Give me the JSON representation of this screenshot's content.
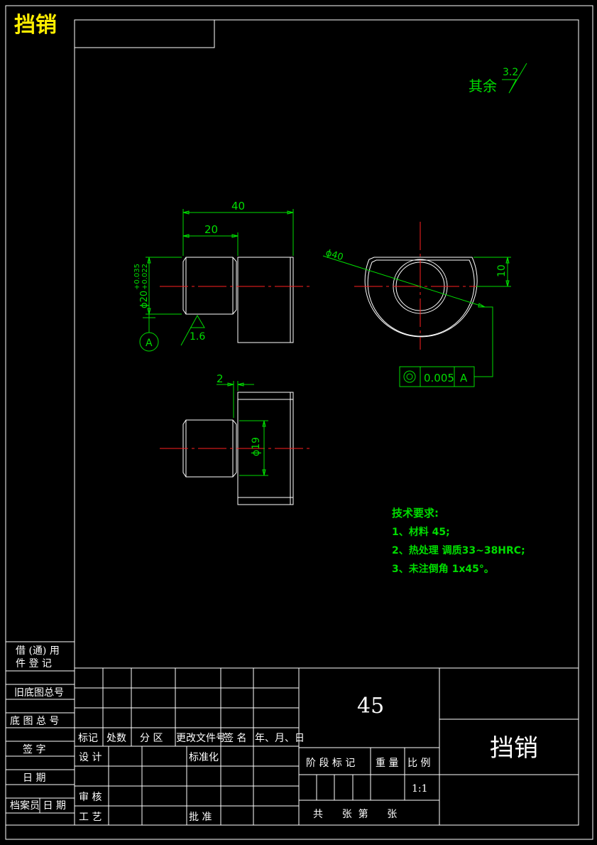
{
  "corner_title": "挡销",
  "surface_finish": {
    "prefix": "其余",
    "value": "3.2"
  },
  "dimensions": {
    "overall_length": "40",
    "step_length": "20",
    "diameter_label": "ϕ20",
    "tol_upper": "+0.035",
    "tol_lower": "+0.022",
    "roughness": "1.6",
    "datum": "A",
    "chamfer_width": "2",
    "flat_diameter": "ϕ19",
    "outer_diameter": "ϕ40",
    "flat_height": "10"
  },
  "tolerance_frame": {
    "value": "0.005",
    "datum": "A"
  },
  "tech_requirements": {
    "title": "技术要求:",
    "items": [
      "1、材料 45;",
      "2、热处理 调质33~38HRC;",
      "3、未注倒角 1x45°。"
    ]
  },
  "left_block": {
    "row1a": "借 (通) 用",
    "row1b": "件 登 记",
    "row2": "旧底图总号",
    "row3": "底 图 总 号",
    "row4": "签    字",
    "row5": "日    期",
    "row6": "档案员  日 期"
  },
  "title_block": {
    "material": "45",
    "part_name": "挡销",
    "headers": [
      "标记",
      "处数",
      "分 区",
      "更改文件号",
      "签 名",
      "年、月、日"
    ],
    "design": "设 计",
    "standardization": "标准化",
    "review": "审 核",
    "process": "工 艺",
    "approve": "批 准",
    "stage_mark": "阶 段 标 记",
    "weight": "重 量",
    "scale_label": "比 例",
    "scale": "1:1",
    "sheets": "共      张  第      张"
  }
}
